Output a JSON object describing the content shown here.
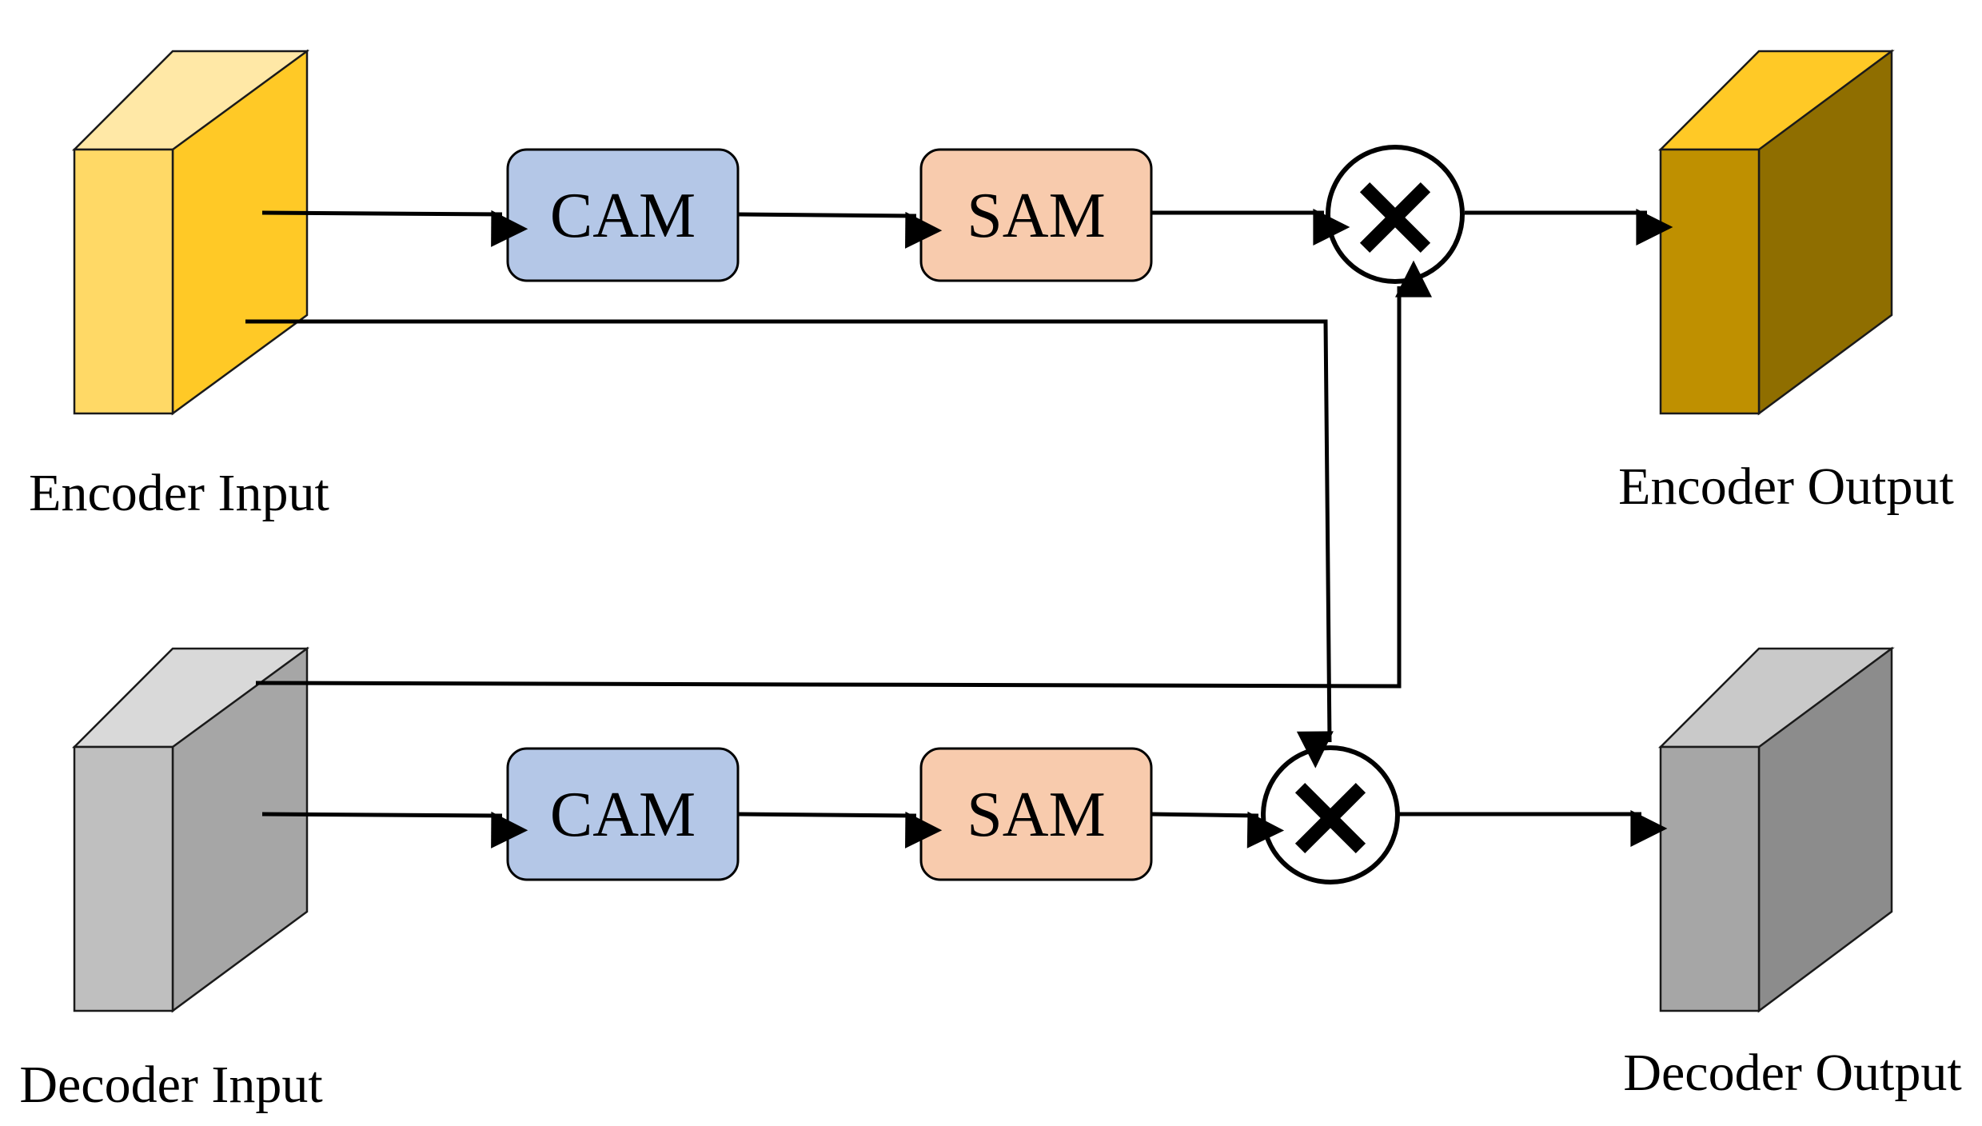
{
  "encoder_input": {
    "label": "Encoder Input",
    "colors": {
      "front": "#FFD966",
      "side": "#FFC926",
      "top": "#FFE8A6",
      "edge": "#C9A400"
    }
  },
  "decoder_input": {
    "label": "Decoder Input",
    "colors": {
      "front": "#BFBFBF",
      "side": "#A6A6A6",
      "top": "#D9D9D9",
      "edge": "#8C8C8C"
    }
  },
  "encoder_output": {
    "label": "Encoder Output",
    "colors": {
      "front": "#BF9000",
      "side": "#8F6E00",
      "top": "#FFC926",
      "edge": "#7F6000"
    }
  },
  "decoder_output": {
    "label": "Decoder Output",
    "colors": {
      "front": "#A6A6A6",
      "side": "#8C8C8C",
      "top": "#C9C9C9",
      "edge": "#7F7F7F"
    }
  },
  "encoder_branch": {
    "cam": {
      "label": "CAM",
      "color": "#B4C7E7"
    },
    "sam": {
      "label": "SAM",
      "color": "#F8CBAD"
    },
    "multiply_symbol": "×"
  },
  "decoder_branch": {
    "cam": {
      "label": "CAM",
      "color": "#B4C7E7"
    },
    "sam": {
      "label": "SAM",
      "color": "#F8CBAD"
    },
    "multiply_symbol": "×"
  }
}
